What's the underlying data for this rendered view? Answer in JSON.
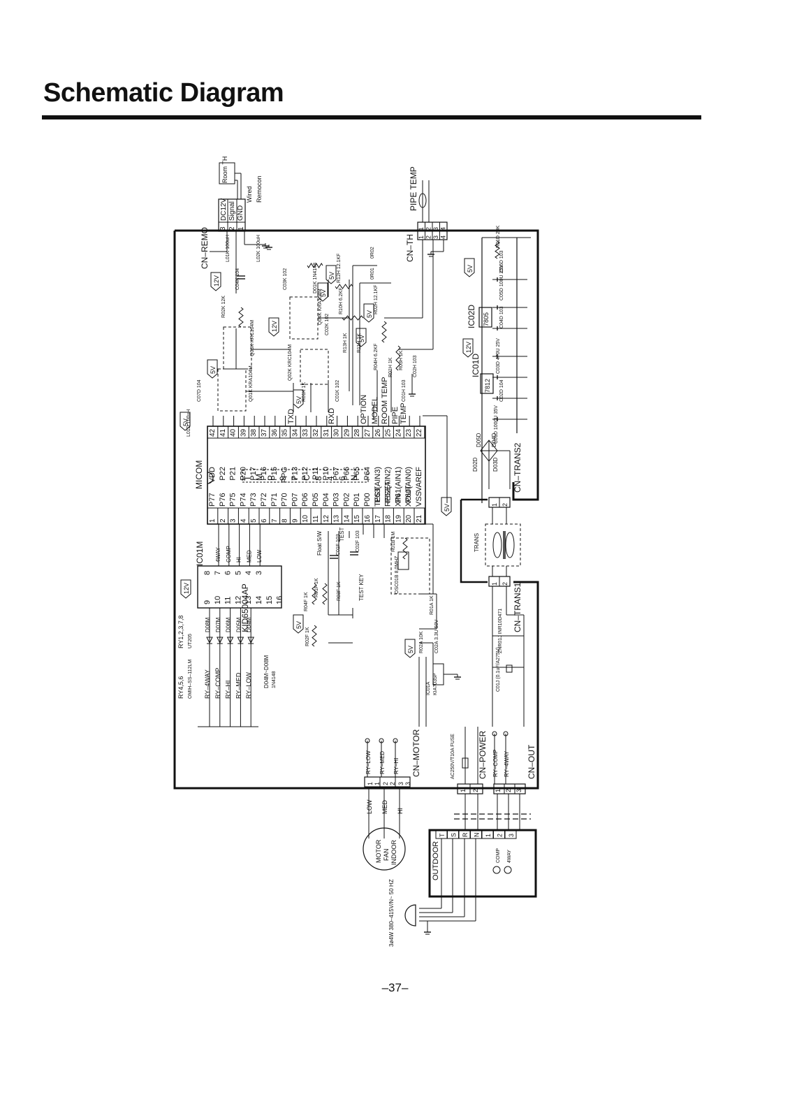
{
  "page": {
    "title": "Schematic Diagram",
    "page_number": "–37–"
  },
  "connectors": {
    "cn_remo": "CN–REMO",
    "cn_th": "CN–TH",
    "cn_trans1": "CN–TRANS1",
    "cn_trans2": "CN–TRANS2",
    "cn_motor": "CN–MOTOR",
    "cn_power": "CN–POWER",
    "cn_out": "CN–OUT",
    "remo_pins": [
      "DC12V",
      "Signal",
      "GND"
    ],
    "remo_pin_numbers": [
      "3",
      "2",
      "1"
    ],
    "room_th": "Room TH",
    "wired_remocon": "Wired Remocon",
    "pipe_temp": "PIPE TEMP",
    "th_pins": [
      "1",
      "2",
      "3",
      "4"
    ]
  },
  "supply": {
    "v5": "5V",
    "v12": "12V"
  },
  "micom": {
    "label": "MICOM",
    "left_pins": [
      {
        "num": "1",
        "name": "P77"
      },
      {
        "num": "2",
        "name": "P76"
      },
      {
        "num": "3",
        "name": "P75"
      },
      {
        "num": "4",
        "name": "P74"
      },
      {
        "num": "5",
        "name": "P73"
      },
      {
        "num": "6",
        "name": "P72"
      },
      {
        "num": "7",
        "name": "P71"
      },
      {
        "num": "8",
        "name": "P70"
      },
      {
        "num": "9",
        "name": "P07"
      },
      {
        "num": "10",
        "name": "P06"
      },
      {
        "num": "11",
        "name": "P05"
      },
      {
        "num": "12",
        "name": "P04"
      },
      {
        "num": "13",
        "name": "P03"
      },
      {
        "num": "14",
        "name": "P02"
      },
      {
        "num": "15",
        "name": "P01"
      },
      {
        "num": "16",
        "name": "P00"
      },
      {
        "num": "17",
        "name": "TEST"
      },
      {
        "num": "18",
        "name": "RESET"
      },
      {
        "num": "19",
        "name": "XIN"
      },
      {
        "num": "20",
        "name": "XOUT"
      },
      {
        "num": "21",
        "name": "VSS"
      }
    ],
    "right_pins": [
      {
        "num": "42",
        "name": "VDD"
      },
      {
        "num": "41",
        "name": "P22"
      },
      {
        "num": "40",
        "name": "P21"
      },
      {
        "num": "39",
        "name": "P20"
      },
      {
        "num": "38",
        "name": "P17"
      },
      {
        "num": "37",
        "name": "P16"
      },
      {
        "num": "36",
        "name": "P15"
      },
      {
        "num": "35",
        "name": "PPG"
      },
      {
        "num": "34",
        "name": "P13"
      },
      {
        "num": "33",
        "name": "P12"
      },
      {
        "num": "32",
        "name": "P11"
      },
      {
        "num": "31",
        "name": "P10"
      },
      {
        "num": "30",
        "name": "P67"
      },
      {
        "num": "29",
        "name": "P66"
      },
      {
        "num": "28",
        "name": "P65"
      },
      {
        "num": "27",
        "name": "P64"
      },
      {
        "num": "26",
        "name": "P63(AIN3)"
      },
      {
        "num": "25",
        "name": "P62(AIN2)"
      },
      {
        "num": "24",
        "name": "P61(AIN1)"
      },
      {
        "num": "23",
        "name": "P60(AIN0)"
      },
      {
        "num": "22",
        "name": "VAREF"
      }
    ],
    "internal": [
      "T",
      "M",
      "P",
      "9",
      "7",
      "C",
      "8",
      "4",
      "6",
      "N"
    ],
    "right_signals": [
      "TXD",
      "RXD",
      "OPTION",
      "MODEL",
      "ROOM",
      "TEMP",
      "PIPE TEMP"
    ]
  },
  "driver": {
    "ic_label": "IC01M",
    "part": "KID65004AP",
    "pins_top": [
      "8",
      "7",
      "6",
      "5",
      "4",
      "3"
    ],
    "pins_bottom": [
      "9",
      "10",
      "11",
      "12",
      "13",
      "14",
      "15",
      "16"
    ],
    "outputs": [
      "4WAY",
      "COMP",
      "HI",
      "MED",
      "LOW"
    ],
    "diodes": [
      "D08M",
      "D07M",
      "D06M",
      "D05M",
      "D04M"
    ],
    "relays": [
      "RY–4WAY",
      "RY–COMP",
      "RY–HI",
      "RY–MED",
      "RY–LOW"
    ],
    "relay_group1": "RY1,2,3,7,8",
    "relay_group1_part": "UT205",
    "relay_group2": "RY4,5,6",
    "relay_group2_part": "OMIH–SS–112LM",
    "diode_range": "D04M~D08M",
    "diode_part": "1N4148"
  },
  "components": [
    "L01K 100uH",
    "C04K 104",
    "L02K 100uH",
    "R02K 12K",
    "C03K 102",
    "D01K 1N4148",
    "Q03K KRC104M",
    "Q04K KRA104M",
    "C02K 102",
    "Q01K KRA104M",
    "C07D 104",
    "Q02K KRC104M",
    "R01K 1K",
    "C01K 102",
    "L01D 100uH",
    "R12H 12.1KF",
    "0R02",
    "R10H 6.2KF",
    "0R01",
    "R02H 12.1KF",
    "R13H 1K",
    "R11H 1K",
    "R04H 6.2KF",
    "R01H 1K",
    "R03H 1K",
    "C02H 103",
    "C01H 103",
    "C01F 103",
    "C02F 103",
    "R01B 1M",
    "OSC01B 8.0MHZ",
    "R04F 1K",
    "R01F 1K",
    "R03F 1K",
    "R02F 1K",
    "R01A 1K",
    "R02A 10K",
    "C02A 3.3U 50V",
    "IC01A",
    "KIA7035P"
  ],
  "labels": {
    "float_sw": "Float S/W",
    "test": "TEST",
    "test_key": "TEST KEY",
    "trans": "TRANS",
    "znr": "ZNR01J INR10D471",
    "c01j": "C01J (0.1uF/A275V)",
    "fuse": "AC250V/T10A FUSE",
    "motor": "MOTOR FAN INDOOR",
    "outdoor": "OUTDOOR",
    "power_spec": "3ø4W 380–415V/N~ 50 HZ"
  },
  "regulators": {
    "ic02d": "IC02D",
    "ic02d_part": "7805",
    "ic01d": "IC01D",
    "ic01d_part": "7812",
    "r01d": "R01D 20K",
    "c06d": "C06D 103",
    "c05d": "C05D 100U 25V",
    "c04d": "C04D 103",
    "c03d": "C03D 470U 25V",
    "c02d": "C02D 104",
    "c01d": "C01D 1000U 35V",
    "bridge": [
      "D05D",
      "D02D",
      "D04D",
      "D03D"
    ]
  },
  "motor_relays": [
    "RY–LOW",
    "RY–MED",
    "RY–HI"
  ],
  "motor_lines": [
    "LOW",
    "MED",
    "HI"
  ],
  "power_relays": [
    "RY–COMP",
    "RY–4WAY"
  ],
  "outdoor_terms": [
    "T",
    "S",
    "R",
    "N",
    "1",
    "2",
    "3"
  ],
  "outdoor_loads": [
    "COMP",
    "4WAY"
  ]
}
